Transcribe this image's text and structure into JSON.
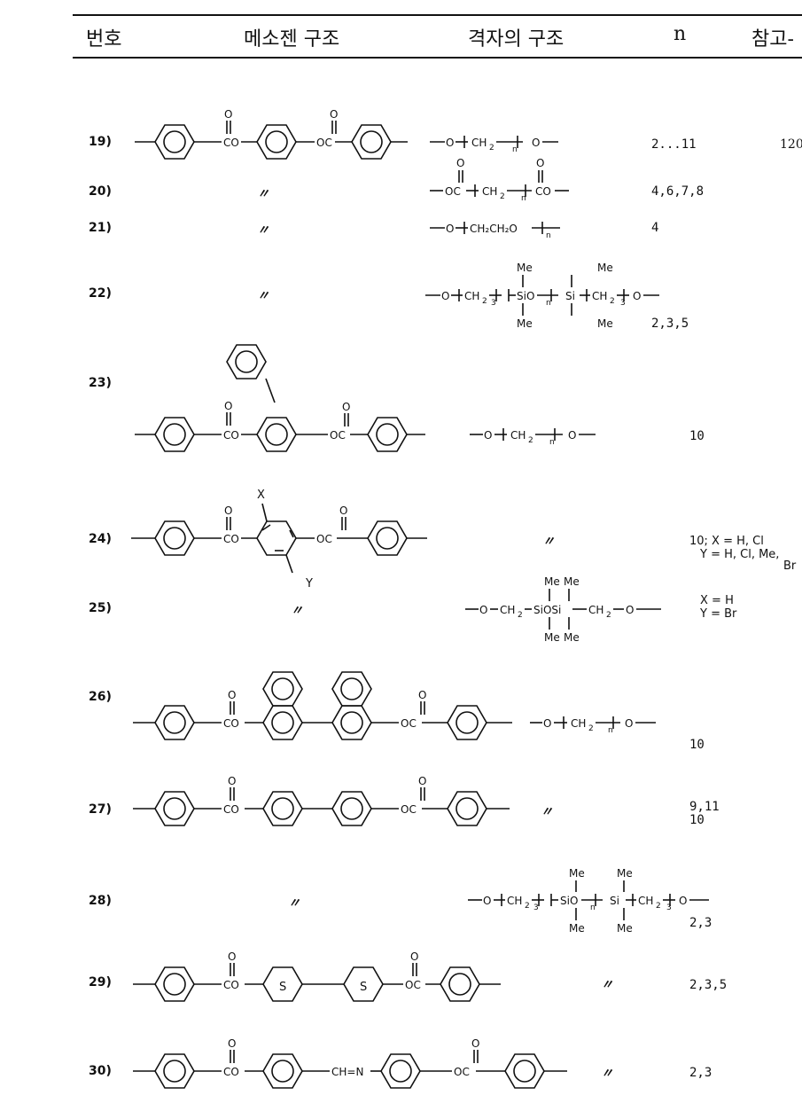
{
  "header": {
    "col_number": "번호",
    "col_mesogen": "메소젠 구조",
    "col_spacer": "격자의 구조",
    "col_n": "n",
    "col_ref": "참고-"
  },
  "rows": [
    {
      "no": "19)",
      "ditto": "",
      "n": "2...11",
      "ref": "120"
    },
    {
      "no": "20)",
      "ditto": "〃",
      "n": "4,6,7,8"
    },
    {
      "no": "21)",
      "ditto": "〃",
      "n": "4"
    },
    {
      "no": "22)",
      "ditto": "〃",
      "n": "2,3,5"
    },
    {
      "no": "23)",
      "n": "10"
    },
    {
      "no": "24)",
      "spacer_ditto": "〃",
      "n": "10; X = H, Cl",
      "cond2": "Y = H, Cl, Me,",
      "cond3": "Br"
    },
    {
      "no": "25)",
      "ditto": "〃",
      "cond1": "X = H",
      "cond2": "Y = Br"
    },
    {
      "no": "26)",
      "n": "10"
    },
    {
      "no": "27)",
      "spacer_ditto": "〃",
      "n1": "9,11",
      "n2": "10"
    },
    {
      "no": "28)",
      "ditto": "〃",
      "n": "2,3"
    },
    {
      "no": "29)",
      "spacer_ditto": "〃",
      "n": "2,3,5"
    },
    {
      "no": "30)",
      "spacer_ditto": "〃",
      "n": "2,3"
    }
  ],
  "labels": {
    "co": "CO",
    "oc": "OC",
    "o": "O",
    "ch": "CH",
    "sub2": "2",
    "sub3": "3",
    "subn": "n",
    "me": "Me",
    "si": "Si",
    "sio": "SiO",
    "siosi": "SiOSi",
    "ch2o": "CH₂CH₂O",
    "x": "X",
    "y": "Y",
    "s": "S",
    "chn": "CH=N"
  }
}
